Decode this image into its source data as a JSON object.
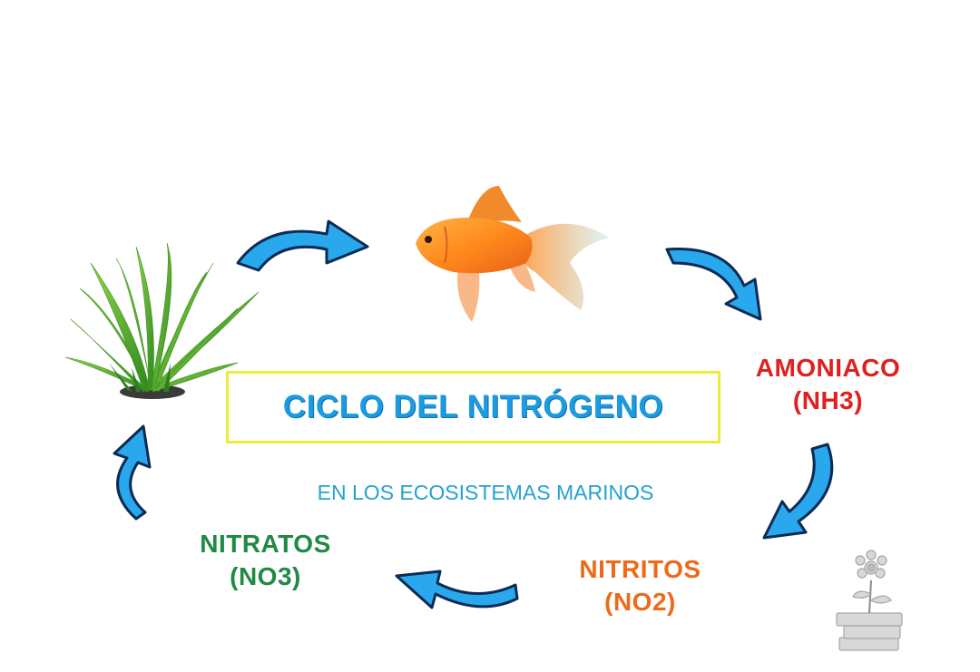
{
  "title": "CICLO DEL NITRÓGENO",
  "subtitle": "EN LOS ECOSISTEMAS MARINOS",
  "stages": {
    "amoniaco": {
      "name": "AMONIACO",
      "formula": "(NH3)"
    },
    "nitritos": {
      "name": "NITRITOS",
      "formula": "(NO2)"
    },
    "nitratos": {
      "name": "NITRATOS",
      "formula": "(NO3)"
    }
  },
  "colors": {
    "title": "#1b9be0",
    "title_border": "#ecec3a",
    "subtitle": "#24a2cf",
    "amoniaco": "#e02020",
    "nitritos": "#ee6a1a",
    "nitratos": "#1e8a44",
    "arrow_fill": "#29a8ee",
    "arrow_stroke": "#0b2b55"
  },
  "icons": [
    "aquatic-plant-icon",
    "goldfish-icon",
    "cycle-arrow-icon",
    "flower-books-logo"
  ]
}
